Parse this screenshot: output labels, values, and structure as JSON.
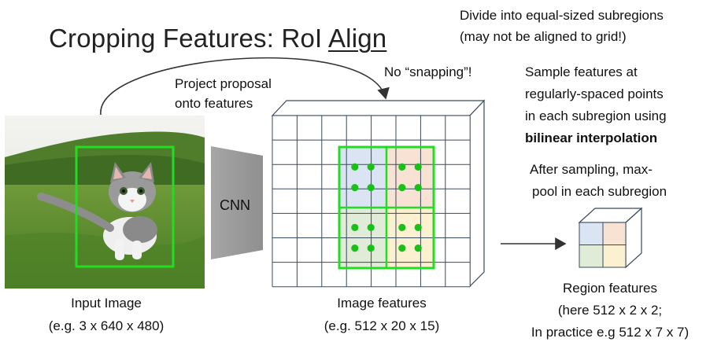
{
  "title": {
    "prefix": "Cropping Features: RoI ",
    "underlined": "Align"
  },
  "notes": {
    "divide_line1": "Divide into equal-sized subregions",
    "divide_line2": "(may not be aligned to grid!)",
    "no_snapping": "No “snapping”!",
    "sample_line1": "Sample features at",
    "sample_line2": "regularly-spaced points",
    "sample_line3": "in each subregion using",
    "sample_line4_bold": "bilinear interpolation",
    "after_line1": "After sampling, max-",
    "after_line2": "pool in each subregion",
    "project_line1": "Project proposal",
    "project_line2": "onto features"
  },
  "cnn": {
    "label": "CNN"
  },
  "input_image": {
    "label_line1": "Input Image",
    "label_line2": "(e.g. 3 x 640 x 480)"
  },
  "image_features": {
    "label_line1": "Image features",
    "label_line2": "(e.g. 512 x 20 x 15)"
  },
  "region_features": {
    "label_line1": "Region features",
    "label_line2": "(here 512 x 2 x 2;",
    "label_line3": "In practice e.g 512 x 7 x 7)"
  },
  "colors": {
    "proposal_box": "#22dd22",
    "cell_blue": "#dae4f2",
    "cell_orange": "#f8e2d4",
    "cell_green": "#e0ecd8",
    "cell_yellow": "#fbf0cf",
    "grid_line": "#3a4a5e",
    "dots": "#18c018",
    "cnn_fill": "#9b9b9b"
  }
}
